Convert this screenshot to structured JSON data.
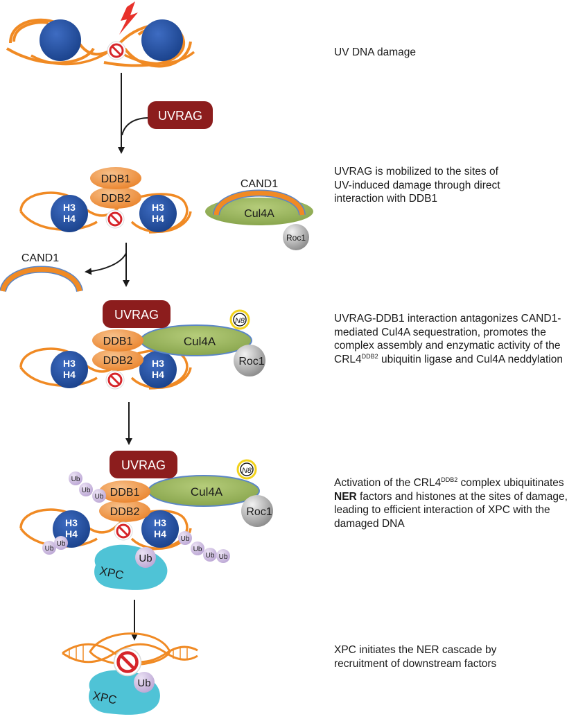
{
  "labels": {
    "uvrag": "UVRAG",
    "ddb1": "DDB1",
    "ddb2": "DDB2",
    "cand1": "CAND1",
    "cul4a": "Cul4A",
    "roc1": "Roc1",
    "h3": "H3",
    "h4": "H4",
    "ub": "Ub",
    "xpc": "XPC",
    "nedd8": "N8"
  },
  "colors": {
    "dna": "#f08a24",
    "nucleosome": "#1f4fa0",
    "uvrag": "#8c1d1d",
    "ddb": "#f0913a",
    "cul4a": "#8fae52",
    "cand1_edge": "#5b86c6",
    "roc1": "#9a9a9a",
    "ub": "#c9b6dd",
    "xpc": "#4fc3d6",
    "lightning": "#e8322b",
    "lesion": "#d6252a",
    "nedd8_ring": "#f2d21a"
  },
  "steps": [
    {
      "text": "UV DNA damage"
    },
    {
      "text": "UVRAG is mobilized to the sites of UV-induced damage through direct interaction with DDB1"
    },
    {
      "text_a": "UVRAG-DDB1 interaction antagonizes CAND1-mediated Cul4A sequestration, promotes the complex assembly and enzymatic activity of the CRL4",
      "sup": "DDB2",
      "text_b": " ubiquitin ligase and Cul4A neddylation"
    },
    {
      "text_a": "Activation of the CRL4",
      "sup": "DDB2",
      "text_b": " complex ubiquitinates ",
      "bold": "NER",
      "text_c": " factors and histones at the sites of damage, leading to efficient interaction of XPC with the damaged DNA"
    },
    {
      "text": "XPC initiates the NER cascade by recruitment of downstream factors"
    }
  ]
}
